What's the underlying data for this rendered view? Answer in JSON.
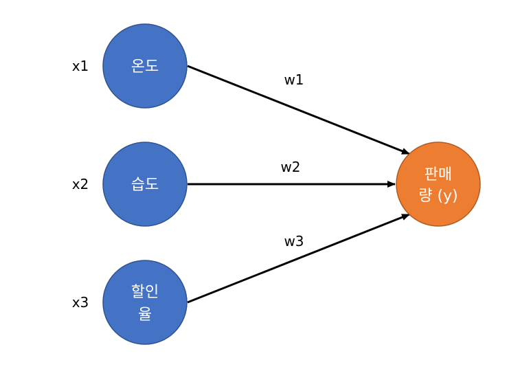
{
  "colors": {
    "input_node": "#4472C4",
    "input_stroke": "#2F528F",
    "output_node": "#ED7D31",
    "output_stroke": "#AE5A21",
    "arrow": "#000000",
    "node_text": "#ffffff"
  },
  "inputs": [
    {
      "var": "x1",
      "lines": [
        "온도"
      ]
    },
    {
      "var": "x2",
      "lines": [
        "습도"
      ]
    },
    {
      "var": "x3",
      "lines": [
        "할인",
        "율"
      ]
    }
  ],
  "weights": [
    "w1",
    "w2",
    "w3"
  ],
  "output": {
    "lines": [
      "판매",
      "량 (y)"
    ]
  }
}
